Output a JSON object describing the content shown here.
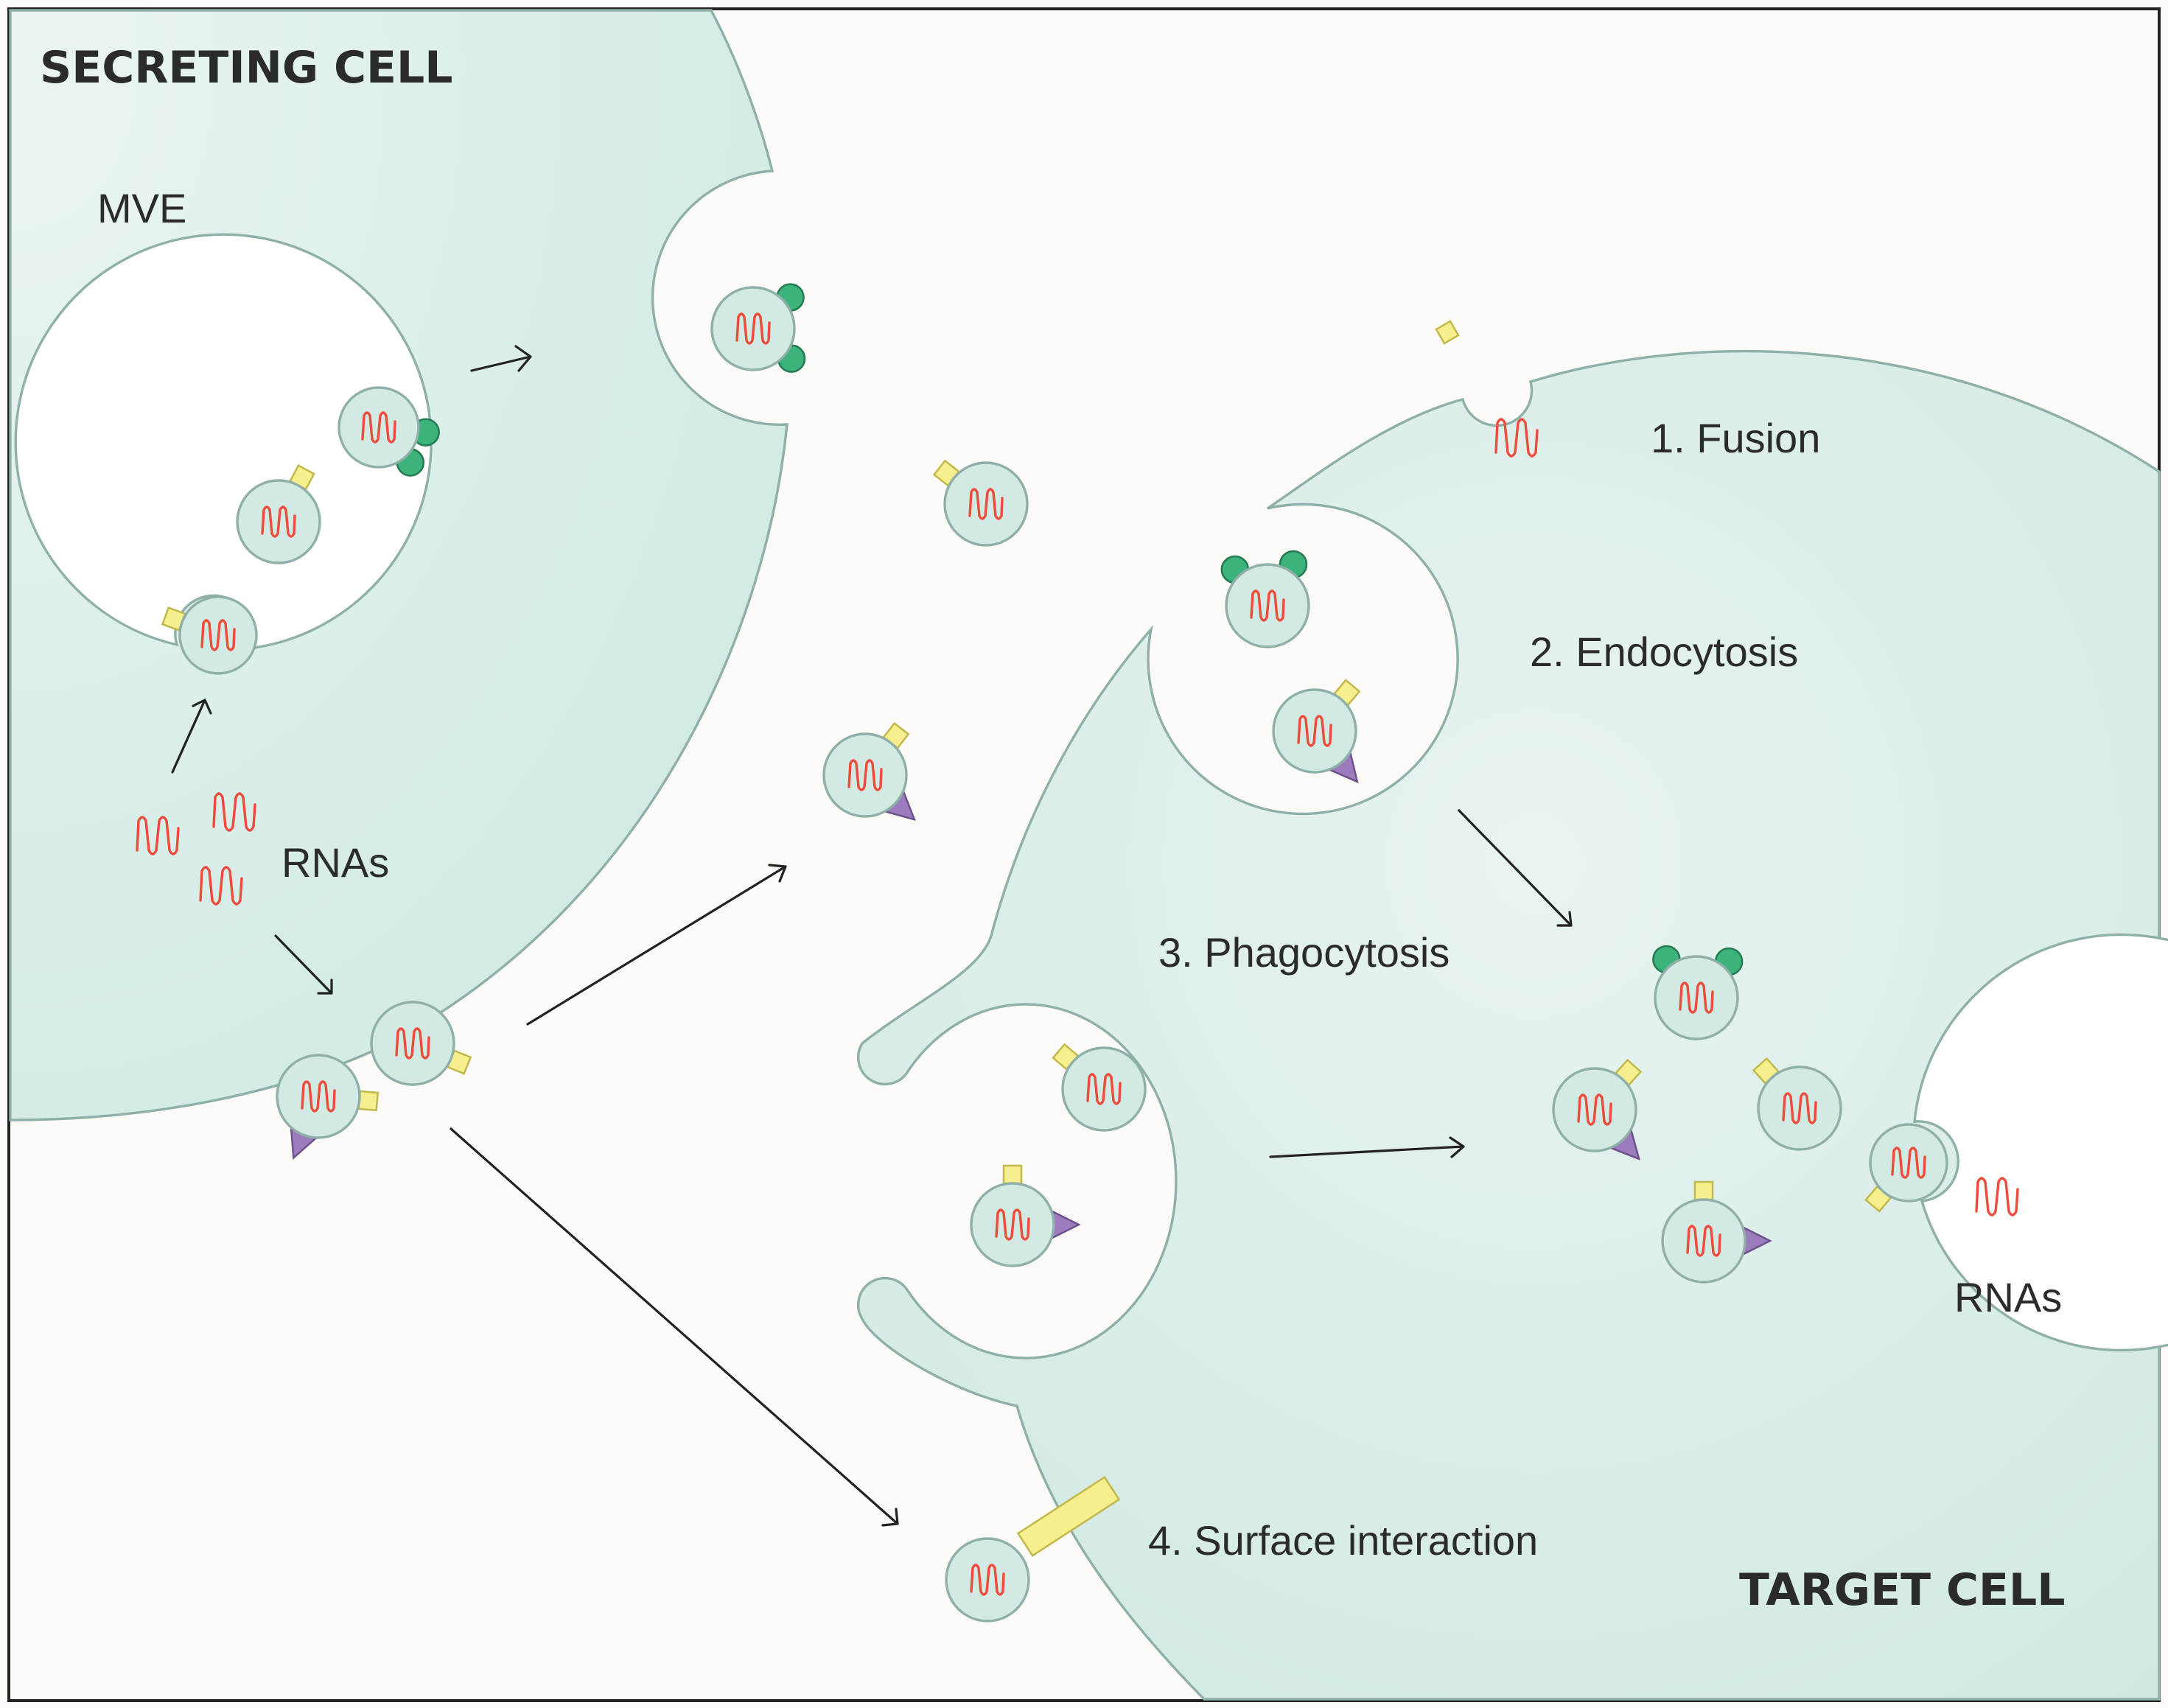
{
  "labels": {
    "secreting_cell": "SECRETING CELL",
    "target_cell": "TARGET CELL",
    "mve": "MVE",
    "rnas_secreting": "RNAs",
    "rnas_target": "RNAs",
    "fusion": "1. Fusion",
    "endocytosis": "2. Endocytosis",
    "phagocytosis": "3. Phagocytosis",
    "surface_interaction": "4. Surface interaction"
  },
  "colors": {
    "cell_fill": "#d4ebe6",
    "cell_outline": "#8fb0a9",
    "vesicle_fill": "#d2e9e4",
    "rna": "#ee4b3a",
    "protein_green": "#3cb37a",
    "protein_yellow": "#f7ee8e",
    "protein_purple": "#9d7cbd",
    "arrow": "#222222",
    "background": "#fcfbf7"
  }
}
